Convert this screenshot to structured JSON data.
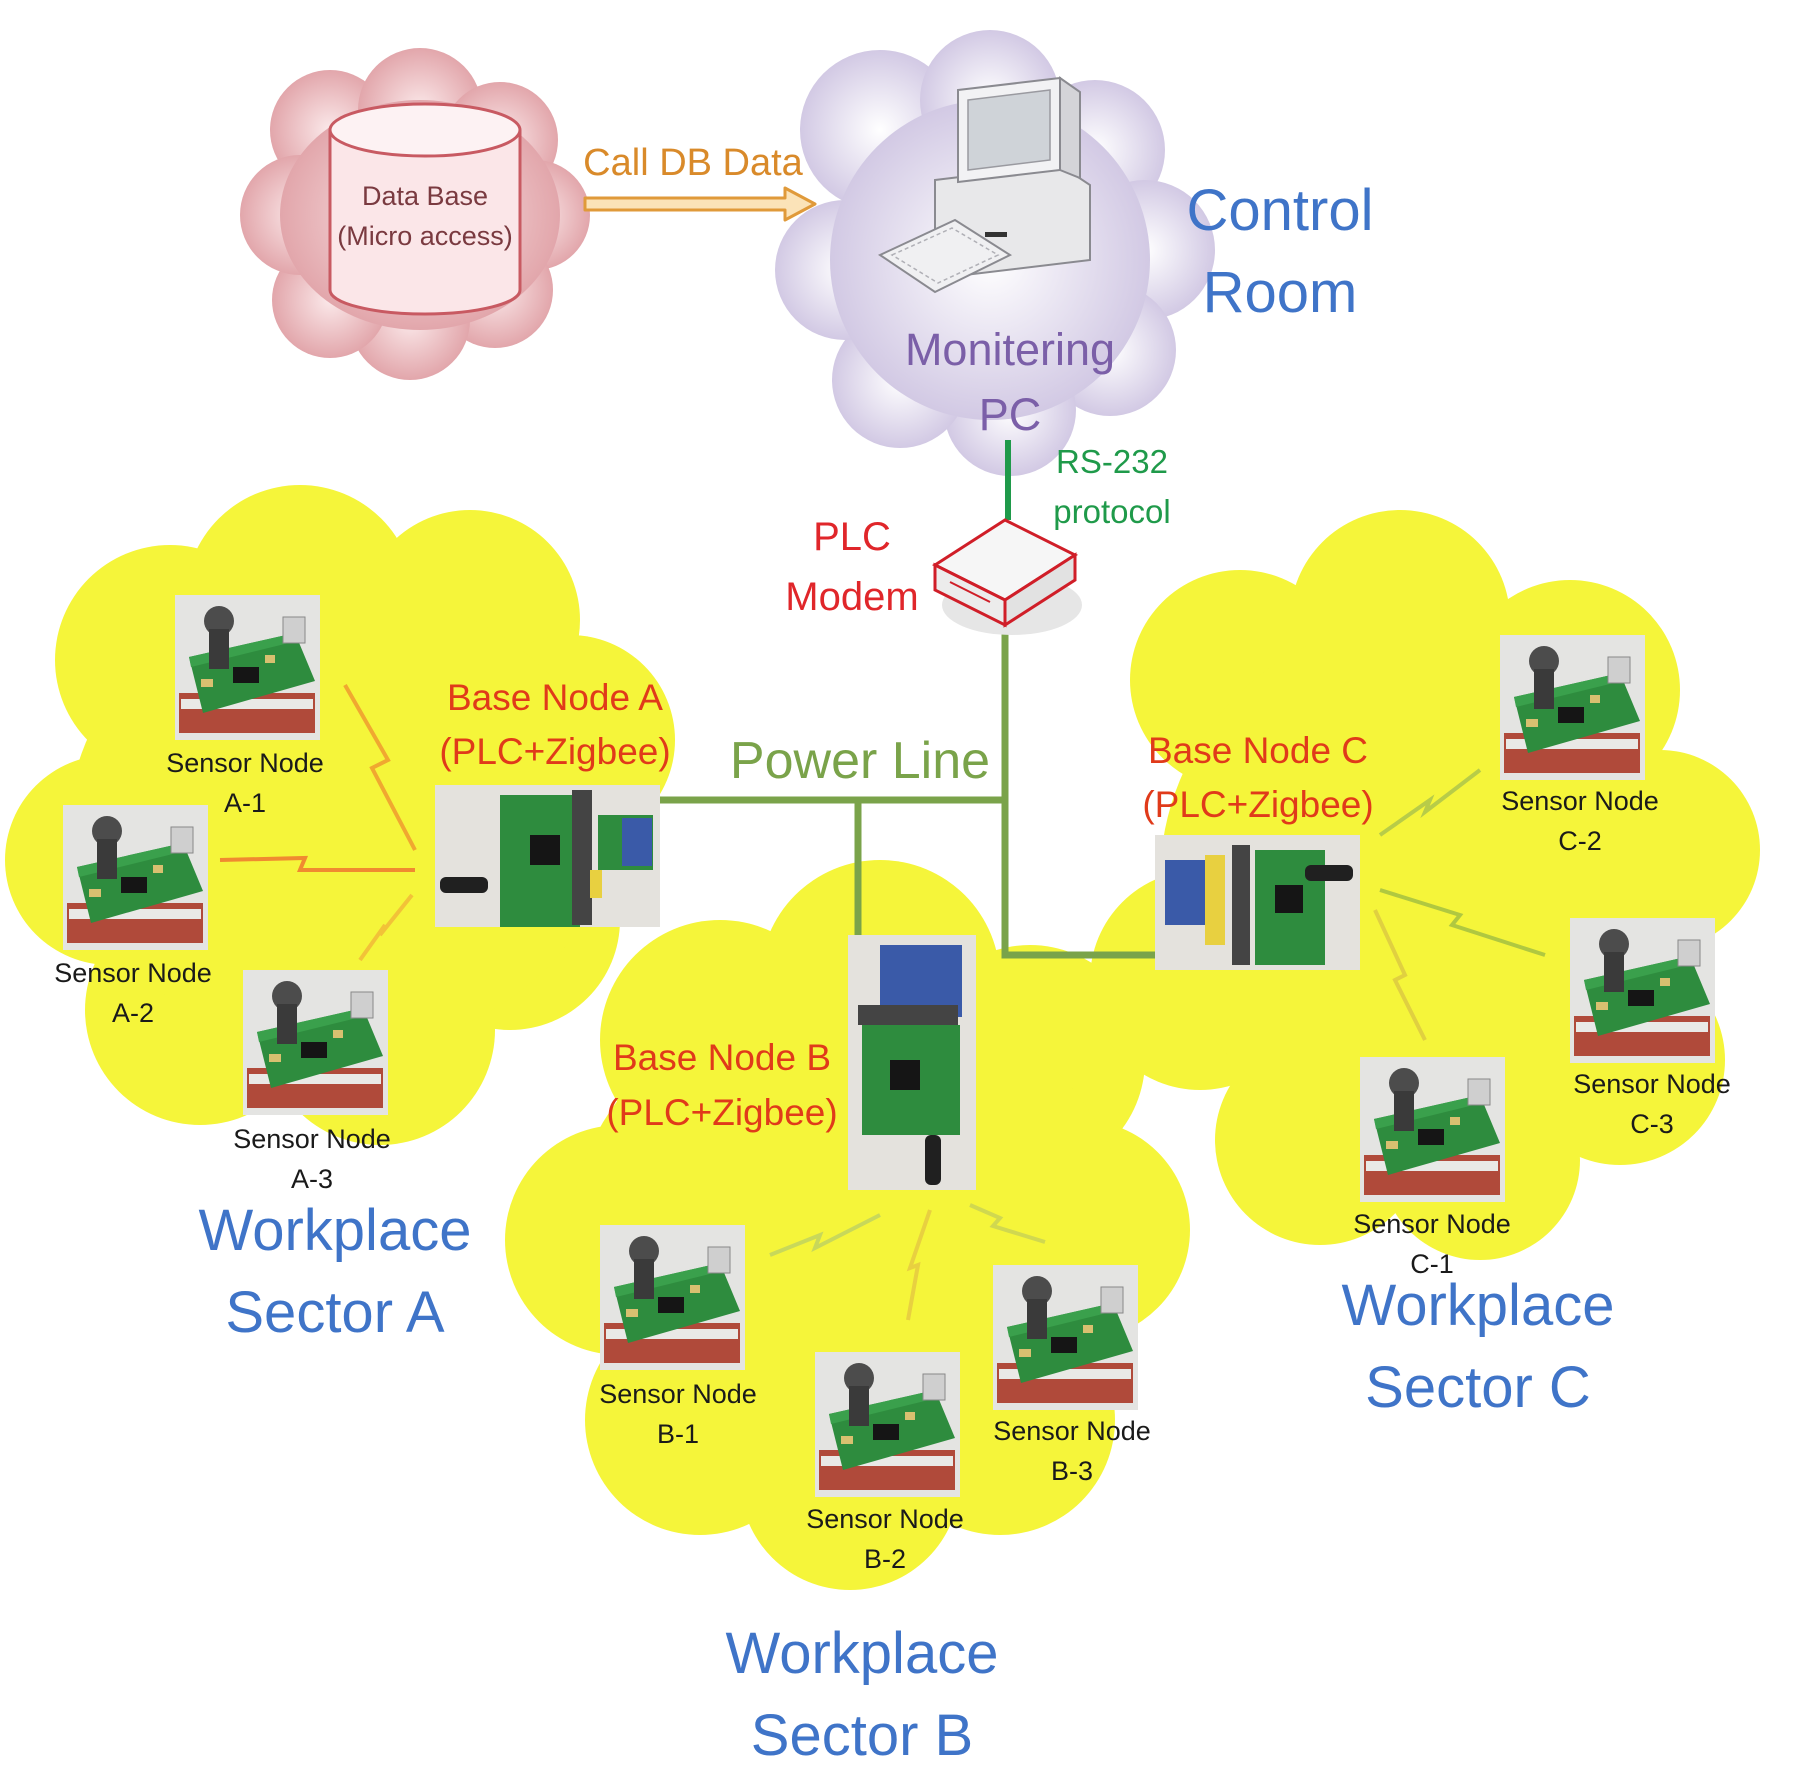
{
  "database": {
    "line1": "Data Base",
    "line2": "(Micro access)"
  },
  "arrow_label": "Call DB Data",
  "monitoring_pc": {
    "line1": "Monitering",
    "line2": "PC"
  },
  "control_room": {
    "line1": "Control",
    "line2": "Room"
  },
  "rs232": {
    "line1": "RS-232",
    "line2": "protocol"
  },
  "plc_modem": {
    "line1": "PLC",
    "line2": "Modem"
  },
  "power_line": "Power Line",
  "base_nodes": {
    "a": {
      "line1": "Base Node A",
      "line2": "(PLC+Zigbee)"
    },
    "b": {
      "line1": "Base Node B",
      "line2": "(PLC+Zigbee)"
    },
    "c": {
      "line1": "Base Node C",
      "line2": "(PLC+Zigbee)"
    }
  },
  "sensor_nodes": {
    "a1": {
      "line1": "Sensor Node",
      "line2": "A-1"
    },
    "a2": {
      "line1": "Sensor Node",
      "line2": "A-2"
    },
    "a3": {
      "line1": "Sensor Node",
      "line2": "A-3"
    },
    "b1": {
      "line1": "Sensor Node",
      "line2": "B-1"
    },
    "b2": {
      "line1": "Sensor Node",
      "line2": "B-2"
    },
    "b3": {
      "line1": "Sensor Node",
      "line2": "B-3"
    },
    "c1": {
      "line1": "Sensor Node",
      "line2": "C-1"
    },
    "c2": {
      "line1": "Sensor Node",
      "line2": "C-2"
    },
    "c3": {
      "line1": "Sensor Node",
      "line2": "C-3"
    }
  },
  "sectors": {
    "a": {
      "line1": "Workplace",
      "line2": "Sector A"
    },
    "b": {
      "line1": "Workplace",
      "line2": "Sector B"
    },
    "c": {
      "line1": "Workplace",
      "line2": "Sector C"
    }
  },
  "colors": {
    "sector_cloud": "#f5f53a",
    "db_cloud": "#e8b4b8",
    "pc_cloud": "#ddd6ea",
    "power_line": "#7aa34a",
    "rs232_line": "#1f9a4a",
    "plc_text": "#e0262a",
    "base_text": "#e03a1a",
    "blue_text": "#3f74c8",
    "purple_text": "#7b5fa8",
    "orange_text": "#d98a2a",
    "pcb_green": "#2e8c3e"
  }
}
